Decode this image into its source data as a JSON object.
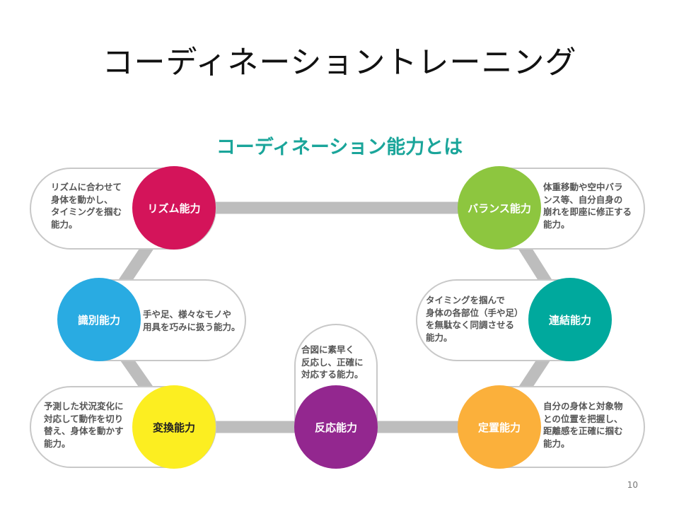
{
  "slide": {
    "title": "コーディネーショントレーニング",
    "subtitle": "コーディネーション能力とは",
    "page_number": "10"
  },
  "abilities": {
    "rhythm": {
      "label": "リズム能力",
      "color": "#d4145a",
      "desc": "リズムに合わせて\n身体を動かし、\nタイミングを掴む\n能力。"
    },
    "balance": {
      "label": "バランス能力",
      "color": "#8dc63f",
      "desc": "体重移動や空中バラ\nンス等、自分自身の\n崩れを即座に修正する\n能力。"
    },
    "discern": {
      "label": "識別能力",
      "color": "#29abe2",
      "desc": "手や足、様々なモノや\n用具を巧みに扱う能力。"
    },
    "link": {
      "label": "連結能力",
      "color": "#00a99d",
      "desc": "タイミングを掴んで\n身体の各部位（手や足）\nを無駄なく同調させる\n能力。"
    },
    "convert": {
      "label": "変換能力",
      "color": "#fcee21",
      "desc": "予測した状況変化に\n対応して動作を切り\n替え、身体を動かす\n能力。"
    },
    "reaction": {
      "label": "反応能力",
      "color": "#93278f",
      "desc": "合図に素早く\n反応し、正確に\n対応する能力。"
    },
    "orient": {
      "label": "定置能力",
      "color": "#fbb03b",
      "desc": "自分の身体と対象物\nとの位置を把握し、\n距離感を正確に掴む\n能力。"
    }
  },
  "colors": {
    "connector": "#bdbdbd",
    "pill_border": "#c8c8c8",
    "title_accent": "#1aa59a"
  }
}
